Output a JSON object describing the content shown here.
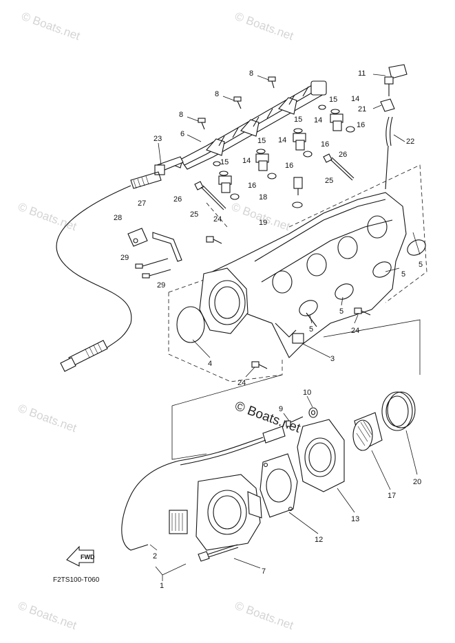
{
  "diagram_code": "F2TS100-T060",
  "fwd_label": "FWD",
  "watermarks": {
    "small": "© Boats.net",
    "center": "© Boats.net"
  },
  "callouts": [
    {
      "id": "c8a",
      "text": "8"
    },
    {
      "id": "c8b",
      "text": "8"
    },
    {
      "id": "c8c",
      "text": "8"
    },
    {
      "id": "c6",
      "text": "6"
    },
    {
      "id": "c23",
      "text": "23"
    },
    {
      "id": "c11",
      "text": "11"
    },
    {
      "id": "c21",
      "text": "21"
    },
    {
      "id": "c22",
      "text": "22"
    },
    {
      "id": "c14a",
      "text": "14"
    },
    {
      "id": "c15a",
      "text": "15"
    },
    {
      "id": "c16a",
      "text": "16"
    },
    {
      "id": "c14b",
      "text": "14"
    },
    {
      "id": "c15b",
      "text": "15"
    },
    {
      "id": "c14c",
      "text": "14"
    },
    {
      "id": "c15c",
      "text": "15"
    },
    {
      "id": "c16b",
      "text": "16"
    },
    {
      "id": "c14d",
      "text": "14"
    },
    {
      "id": "c15d",
      "text": "15"
    },
    {
      "id": "c16c",
      "text": "16"
    },
    {
      "id": "c26a",
      "text": "26"
    },
    {
      "id": "c26b",
      "text": "26"
    },
    {
      "id": "c16d",
      "text": "16"
    },
    {
      "id": "c25a",
      "text": "25"
    },
    {
      "id": "c25b",
      "text": "25"
    },
    {
      "id": "c18",
      "text": "18"
    },
    {
      "id": "c27",
      "text": "27"
    },
    {
      "id": "c28",
      "text": "28"
    },
    {
      "id": "c24a",
      "text": "24"
    },
    {
      "id": "c19",
      "text": "19"
    },
    {
      "id": "c29a",
      "text": "29"
    },
    {
      "id": "c29b",
      "text": "29"
    },
    {
      "id": "c5a",
      "text": "5"
    },
    {
      "id": "c5b",
      "text": "5"
    },
    {
      "id": "c5c",
      "text": "5"
    },
    {
      "id": "c5d",
      "text": "5"
    },
    {
      "id": "c4",
      "text": "4"
    },
    {
      "id": "c24b",
      "text": "24"
    },
    {
      "id": "c3",
      "text": "3"
    },
    {
      "id": "c24c",
      "text": "24"
    },
    {
      "id": "c9",
      "text": "9"
    },
    {
      "id": "c10",
      "text": "10"
    },
    {
      "id": "c20",
      "text": "20"
    },
    {
      "id": "c17",
      "text": "17"
    },
    {
      "id": "c13",
      "text": "13"
    },
    {
      "id": "c12",
      "text": "12"
    },
    {
      "id": "c2",
      "text": "2"
    },
    {
      "id": "c7",
      "text": "7"
    },
    {
      "id": "c1",
      "text": "1"
    }
  ]
}
